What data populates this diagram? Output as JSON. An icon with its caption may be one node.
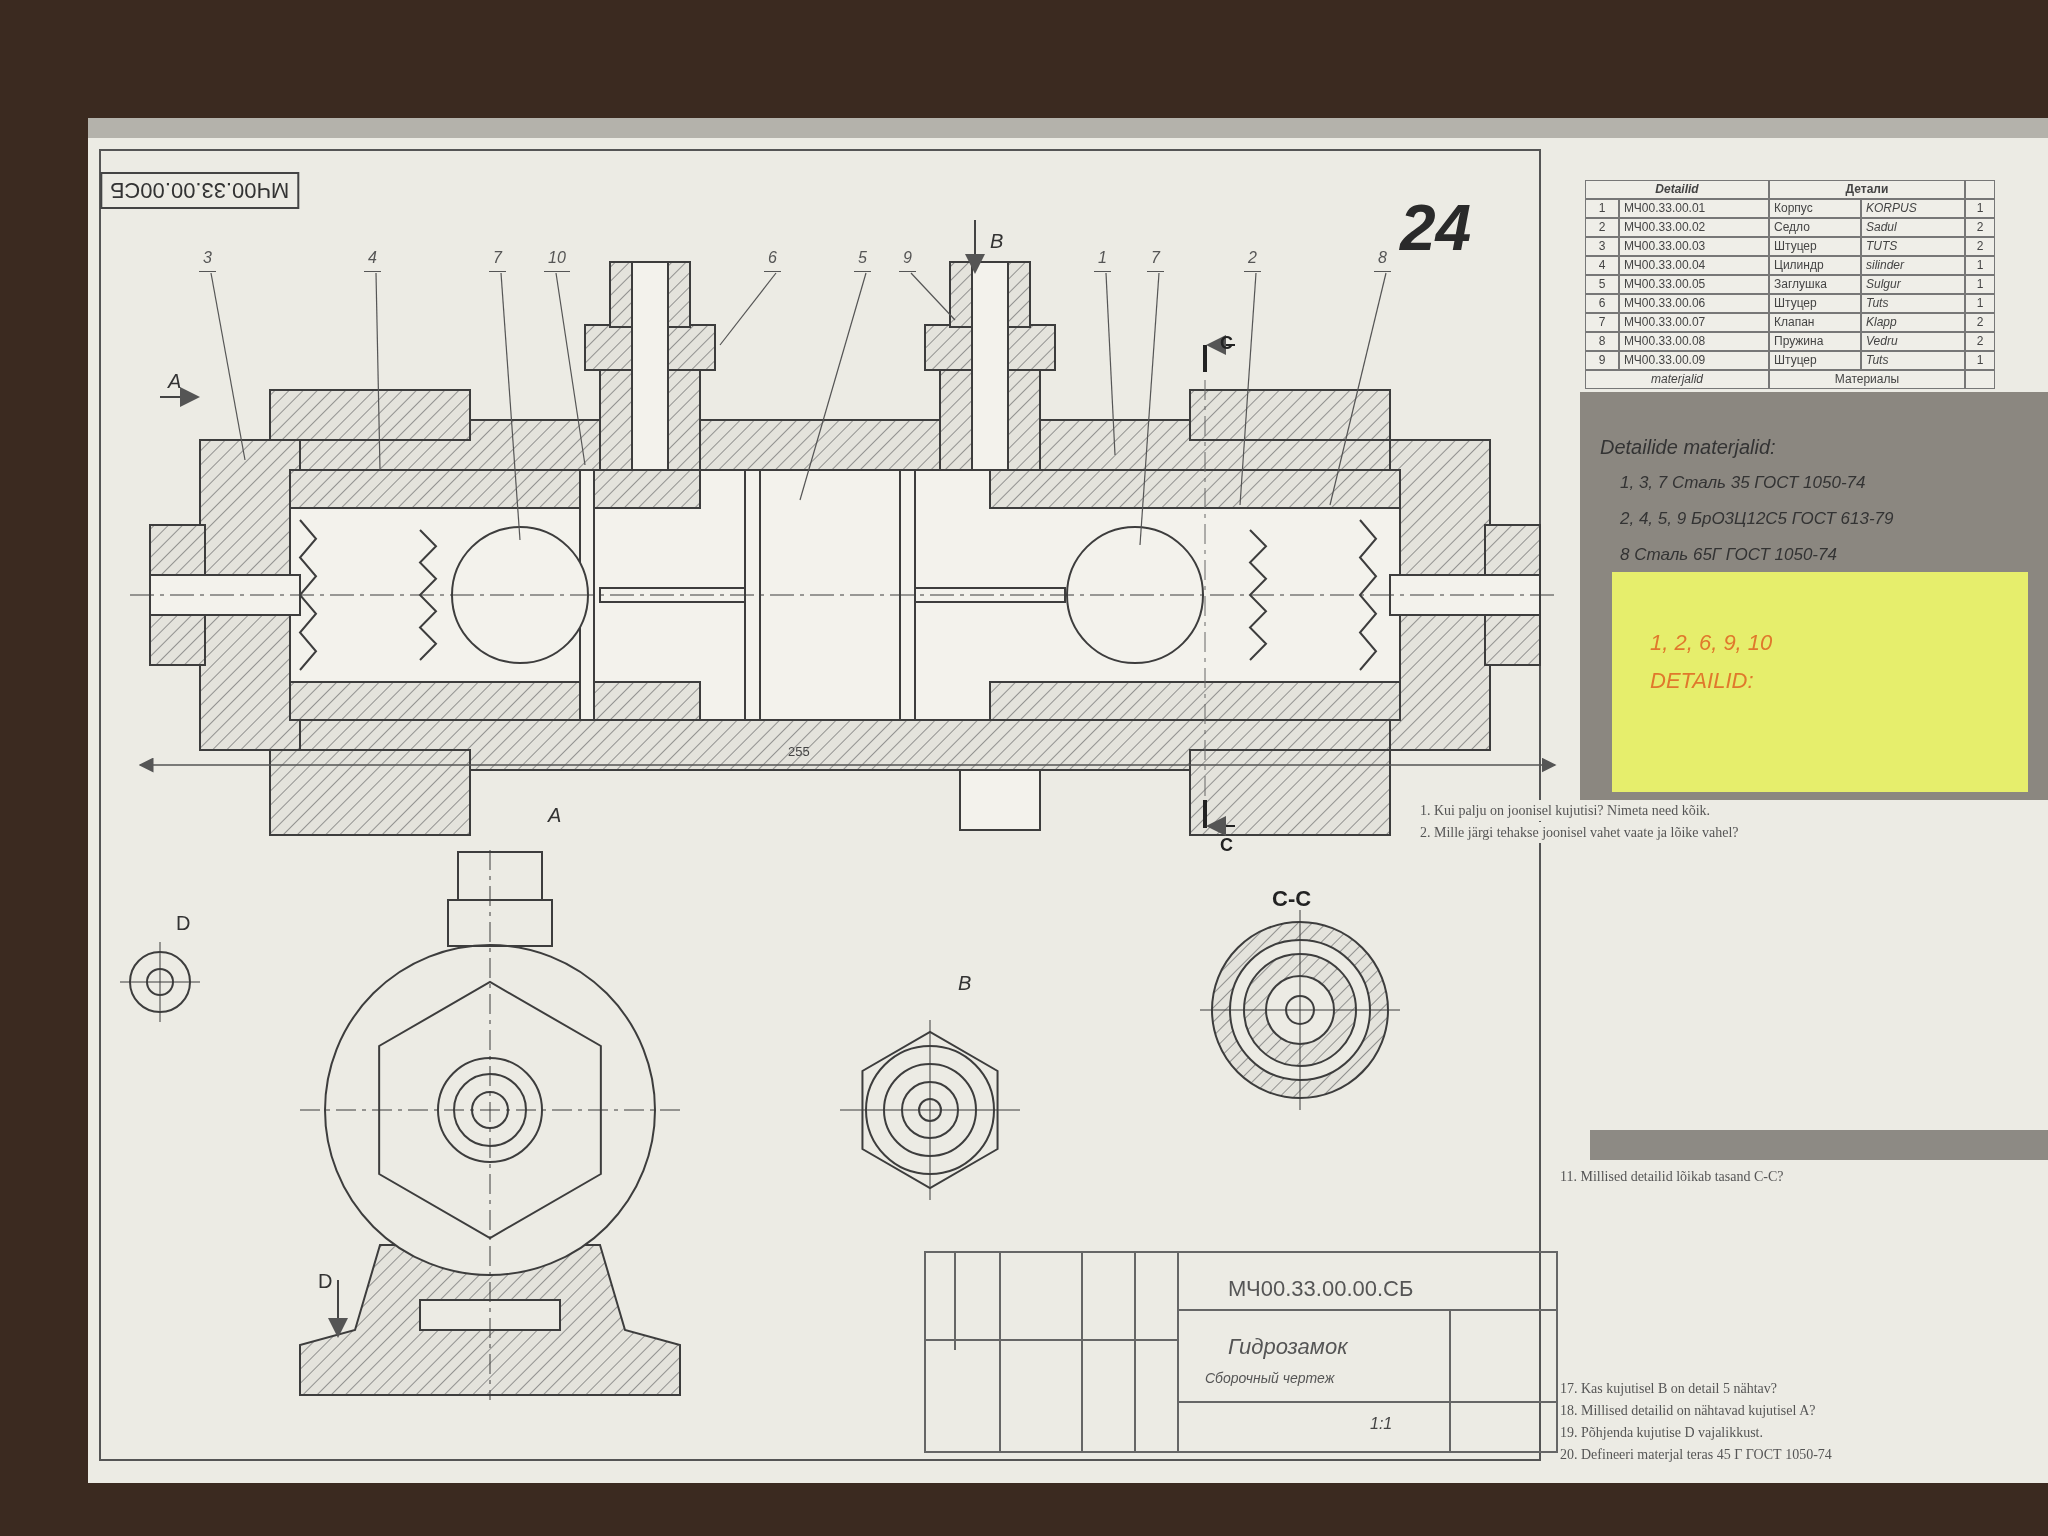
{
  "diagram": {
    "nodes": [
      {
        "text": [
          "3"
        ]
      },
      {
        "text": [
          "4"
        ]
      },
      {
        "text": [
          "7"
        ]
      },
      {
        "text": [
          "10"
        ]
      },
      {
        "text": [
          "6"
        ]
      },
      {
        "text": [
          "5"
        ]
      },
      {
        "text": [
          "9"
        ]
      },
      {
        "text": [
          "1"
        ]
      },
      {
        "text": [
          "7"
        ]
      },
      {
        "text": [
          "2"
        ]
      },
      {
        "text": [
          "8"
        ]
      },
      {
        "text": [],
        "shape": "bar"
      }
    ],
    "edges": [
      {
        "from": 0,
        "to": null,
        "arrow": "none"
      },
      {
        "from": 1,
        "to": null,
        "arrow": "none"
      },
      {
        "from": 2,
        "to": null,
        "arrow": "none"
      },
      {
        "from": 3,
        "to": null,
        "arrow": "none"
      },
      {
        "from": 4,
        "to": null,
        "arrow": "none"
      },
      {
        "from": 5,
        "to": null,
        "arrow": "none"
      },
      {
        "from": 6,
        "to": null,
        "arrow": "none"
      },
      {
        "from": 7,
        "to": null,
        "arrow": "none"
      },
      {
        "from": 8,
        "to": null,
        "arrow": "none"
      },
      {
        "from": 9,
        "to": null,
        "arrow": "none"
      },
      {
        "from": 10,
        "to": null,
        "arrow": "none"
      }
    ],
    "labels": [
      "МЧ00.33.00.00СБ",
      "24",
      "B",
      "A",
      "C",
      "255",
      "C",
      "A",
      "D",
      "B",
      "C-C",
      "D",
      "МЧ00.33.00.00.СБ",
      "Гидрозамок",
      "Сборочный чертеж",
      "1:1",
      "Detailid",
      "Детали",
      "1",
      "МЧ00.33.00.01",
      "Корпус",
      "KORPUS",
      "1",
      "2",
      "МЧ00.33.00.02",
      "Седло",
      "Sadul",
      "2",
      "3",
      "МЧ00.33.00.03",
      "Штуцер",
      "TUTS",
      "2",
      "4",
      "МЧ00.33.00.04",
      "Цилиндр",
      "silinder",
      "1",
      "5",
      "МЧ00.33.00.05",
      "Заглушка",
      "Sulgur",
      "1",
      "6",
      "МЧ00.33.00.06",
      "Штуцер",
      "Tuts",
      "1",
      "7",
      "МЧ00.33.00.07",
      "Клапан",
      "Klapp",
      "2",
      "8",
      "МЧ00.33.00.08",
      "Пружина",
      "Vedru",
      "2",
      "9",
      "МЧ00.33.00.09",
      "Штуцер",
      "Tuts",
      "1",
      "materjalid",
      "Материалы",
      "Detailide materjalid:",
      "1, 3, 7 Сталь 35 ГОСТ 1050-74",
      "2, 4, 5, 9 БрО3Ц12С5 ГОСТ 613-79",
      "8 Сталь 65Г ГОСТ 1050-74",
      "1, 2, 6, 9, 10",
      "DETAILID:",
      "1. Kui palju on joonisel kujutisi? Nimeta need kõik.",
      "2. Mille järgi tehakse joonisel vahet vaate ja lõike vahel?",
      "11. Millised detailid lõikab tasand C-C?",
      "17. Kas kujutisel B on detail 5 nähtav?",
      "18. Millised detailid on nähtavad kujutisel A?",
      "19. Põhjenda kujutise D vajalikkust.",
      "20. Defineeri materjal teras 45 Г ГОСТ 1050-74"
    ]
  }
}
